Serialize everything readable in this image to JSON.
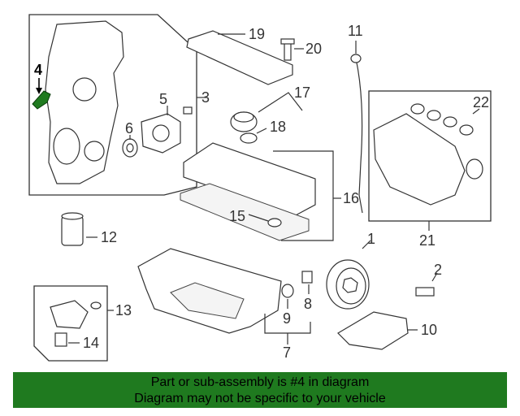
{
  "diagram": {
    "highlight_color": "#1f7a1f",
    "callouts": {
      "c1": "1",
      "c2": "2",
      "c3": "3",
      "c4": "4",
      "c5": "5",
      "c6": "6",
      "c7": "7",
      "c8": "8",
      "c9": "9",
      "c10": "10",
      "c11": "11",
      "c12": "12",
      "c13": "13",
      "c14": "14",
      "c15": "15",
      "c16": "16",
      "c17": "17",
      "c18": "18",
      "c19": "19",
      "c20": "20",
      "c21": "21",
      "c22": "22"
    }
  },
  "banner": {
    "background": "#1f7a1f",
    "line1": "Part or sub-assembly is #4 in diagram",
    "line2": "Diagram may not be specific to your vehicle"
  }
}
